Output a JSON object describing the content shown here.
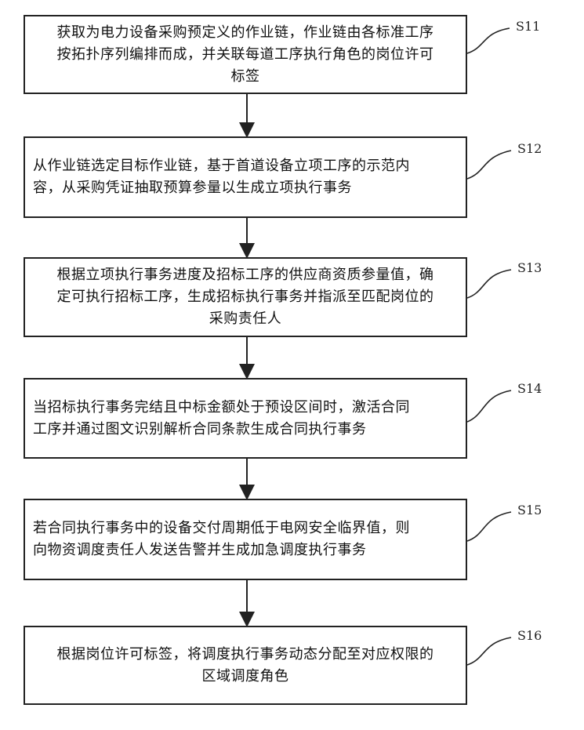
{
  "steps": [
    {
      "id": "S11",
      "lines": [
        "获取为电力设备采购预定义的作业链，作业链由各标准工序",
        "按拓扑序列编排而成，并关联每道工序执行角色的岗位许可",
        "标签"
      ]
    },
    {
      "id": "S12",
      "lines": [
        "从作业链选定目标作业链，基于首道设备立项工序的示范内",
        "容，从采购凭证抽取预算参量以生成立项执行事务"
      ]
    },
    {
      "id": "S13",
      "lines": [
        "根据立项执行事务进度及招标工序的供应商资质参量值，确",
        "定可执行招标工序，生成招标执行事务并指派至匹配岗位的",
        "采购责任人"
      ]
    },
    {
      "id": "S14",
      "lines": [
        "当招标执行事务完结且中标金额处于预设区间时，激活合同",
        "工序并通过图文识别解析合同条款生成合同执行事务"
      ]
    },
    {
      "id": "S15",
      "lines": [
        "若合同执行事务中的设备交付周期低于电网安全临界值，则",
        "向物资调度责任人发送告警并生成加急调度执行事务"
      ]
    },
    {
      "id": "S16",
      "lines": [
        "根据岗位许可标签，将调度执行事务动态分配至对应权限的",
        "区域调度角色"
      ]
    }
  ]
}
